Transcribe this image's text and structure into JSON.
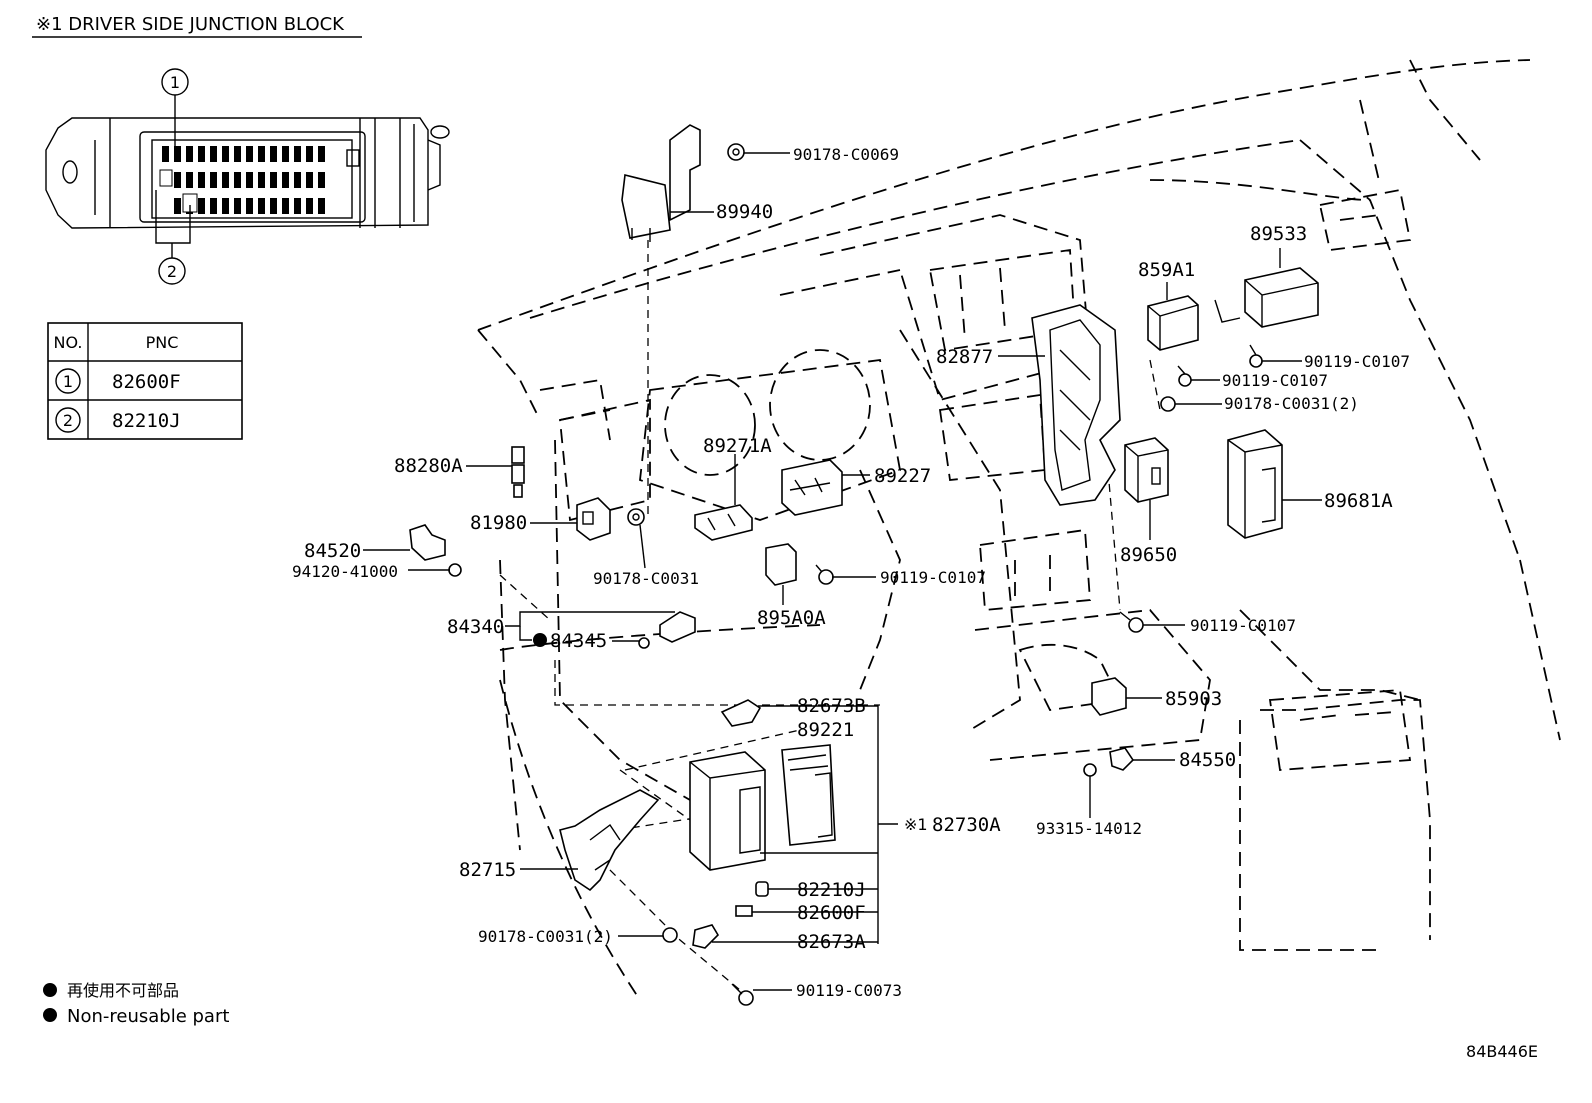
{
  "inset": {
    "title": "※1  DRIVER SIDE JUNCTION BLOCK",
    "callout_1": "1",
    "callout_2": "2"
  },
  "pnc_table": {
    "header_no": "NO.",
    "header_pnc": "PNC",
    "rows": [
      {
        "no": "1",
        "pnc": "82600F"
      },
      {
        "no": "2",
        "pnc": "82210J"
      }
    ]
  },
  "parts": {
    "p90178_C0069": "90178-C0069",
    "p89940": "89940",
    "p89533": "89533",
    "p859A1": "859A1",
    "p82877": "82877",
    "p90119_C0107_a": "90119-C0107",
    "p90119_C0107_b": "90119-C0107",
    "p90178_C0031_2_top": "90178-C0031(2)",
    "p89271A": "89271A",
    "p89227": "89227",
    "p88280A": "88280A",
    "p81980": "81980",
    "p84520": "84520",
    "p94120_41000": "94120-41000",
    "p90178_C0031": "90178-C0031",
    "p90119_C0107_c": "90119-C0107",
    "p89650": "89650",
    "p89681A": "89681A",
    "p84340": "84340",
    "p84345": "84345",
    "p895A0A": "895A0A",
    "p90119_C0107_d": "90119-C0107",
    "p85903": "85903",
    "p82673B": "82673B",
    "p89221": "89221",
    "p84550": "84550",
    "p82730A": "82730A",
    "p82730A_mark": "※1",
    "p93315_14012": "93315-14012",
    "p82715": "82715",
    "p82210J": "82210J",
    "p82600F": "82600F",
    "p90178_C0031_2_bottom": "90178-C0031(2)",
    "p82673A": "82673A",
    "p90119_C0073": "90119-C0073"
  },
  "legend": {
    "japanese": "再使用不可部品",
    "english": "Non-reusable part"
  },
  "figure_id": "84B446E"
}
